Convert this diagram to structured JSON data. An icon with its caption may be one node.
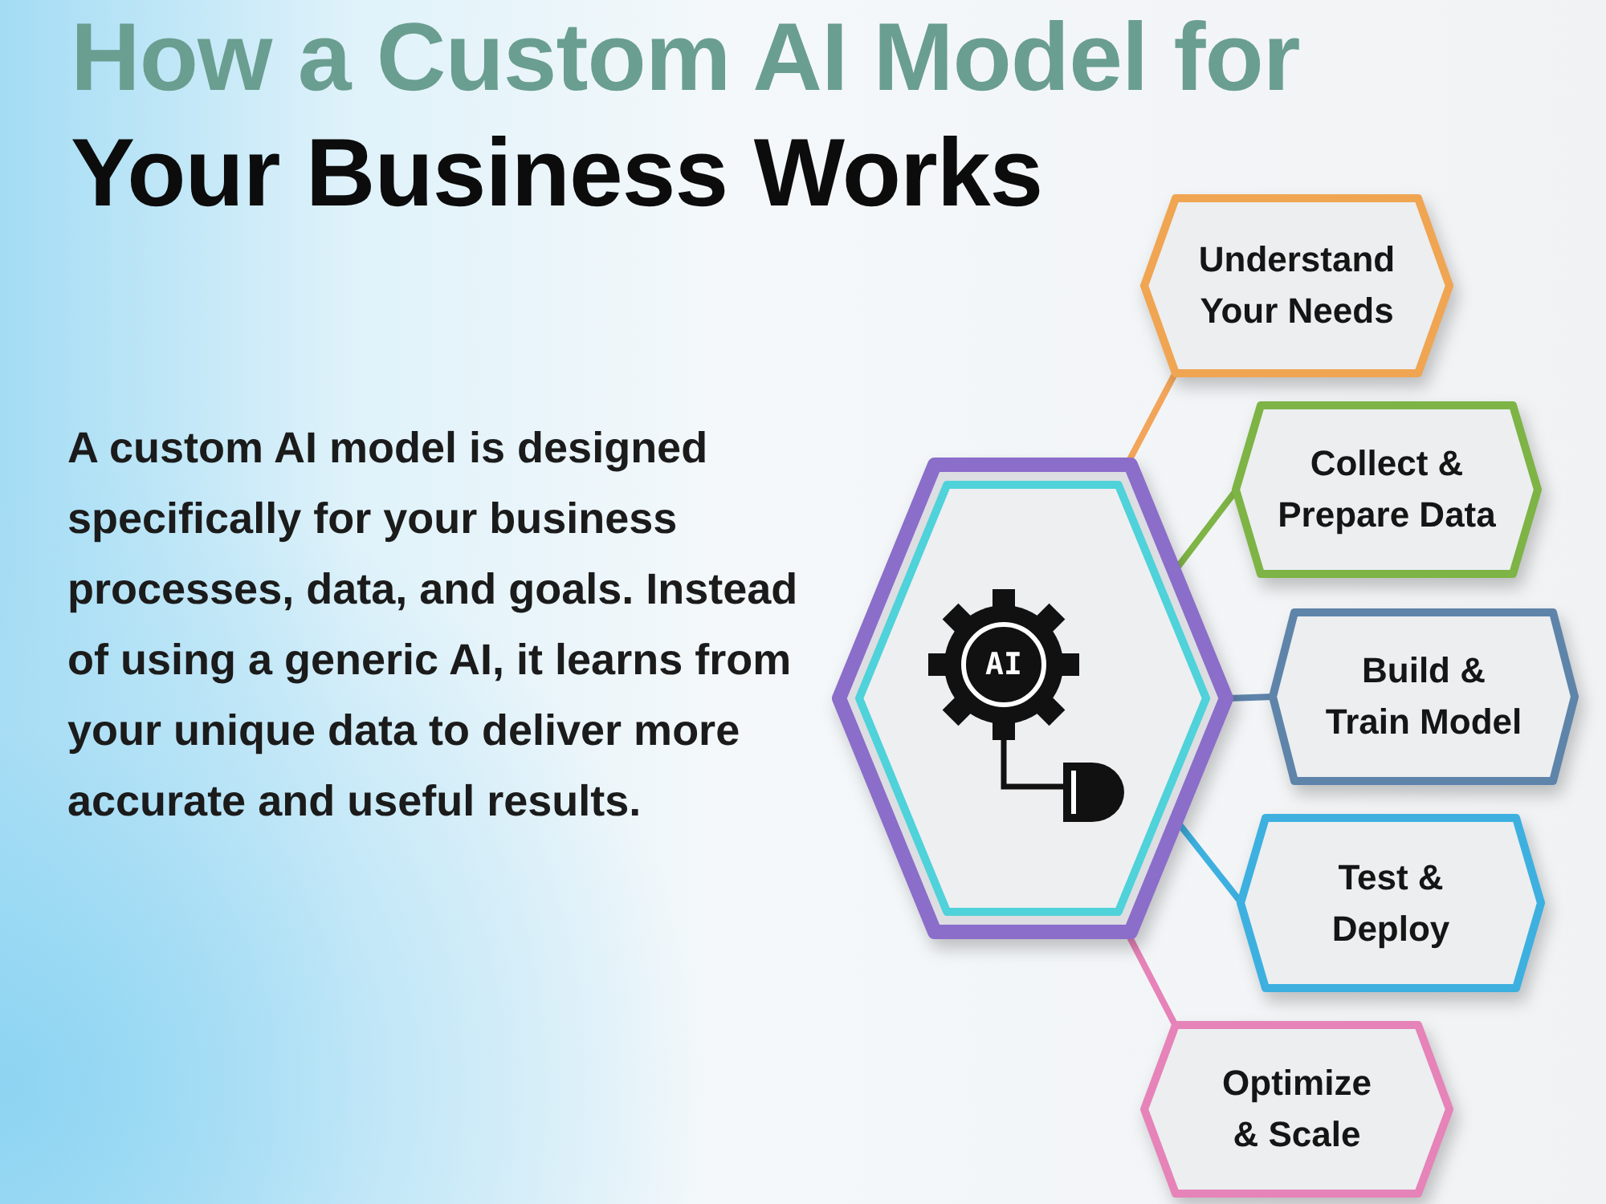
{
  "diagram": {
    "title": "How a Custom AI Model for Your Business Works",
    "nodes": [
      {
        "text": [
          "AI"
        ]
      },
      {
        "text": [
          "Understand Your Needs"
        ]
      },
      {
        "text": [
          "Collect & Prepare Data"
        ]
      },
      {
        "text": [
          "Build & Train Model"
        ]
      },
      {
        "text": [
          "Test & Deploy"
        ]
      },
      {
        "text": [
          "Optimize & Scale"
        ]
      }
    ],
    "edges": [
      {
        "from": 0,
        "to": 1,
        "arrow": "none",
        "color": "#f2a55a"
      },
      {
        "from": 0,
        "to": 2,
        "arrow": "none",
        "color": "#7fb446"
      },
      {
        "from": 0,
        "to": 3,
        "arrow": "none",
        "color": "#5f84aa"
      },
      {
        "from": 0,
        "to": 4,
        "arrow": "none",
        "color": "#3db0e0"
      },
      {
        "from": 0,
        "to": 5,
        "arrow": "none",
        "color": "#e683b8"
      }
    ],
    "labels": [
      "A custom AI model is designed specifically for your business processes, data, and goals. Instead of using a generic AI, it learns from your unique data to deliver more accurate and useful results."
    ]
  }
}
